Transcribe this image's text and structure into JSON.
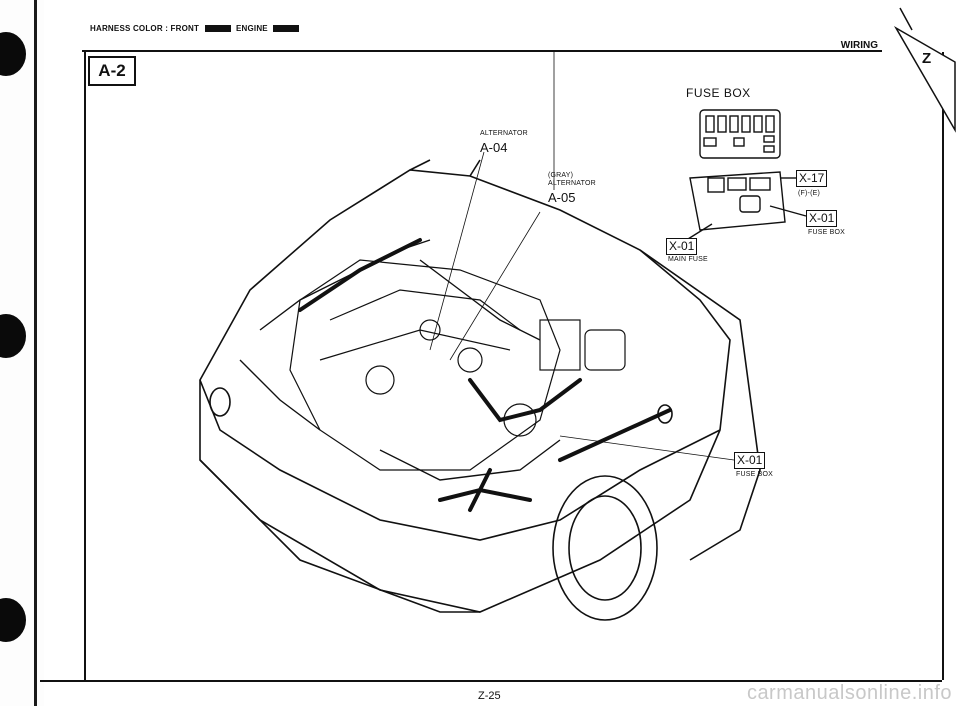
{
  "header": {
    "harness_color_label": "HARNESS COLOR : FRONT",
    "engine_label": "ENGINE"
  },
  "section_tag": "A-2",
  "section_title": "WIRING",
  "corner_mark": "Z",
  "fuse_box_title": "FUSE BOX",
  "callouts": {
    "alternator_a04": {
      "name": "ALTERNATOR",
      "code": "A-04"
    },
    "alternator_a05": {
      "color": "(GRAY)",
      "name": "ALTERNATOR",
      "code": "A-05"
    },
    "x17": {
      "code": "X-17",
      "sub": "(F)-(E)"
    },
    "x01_fuse_box_upper": {
      "code": "X-01",
      "sub": "FUSE BOX"
    },
    "x01_main_fuse": {
      "code": "X-01",
      "sub": "MAIN FUSE"
    },
    "x01_fuse_box_lower": {
      "code": "X-01",
      "sub": "FUSE BOX"
    }
  },
  "page_number": "Z-25",
  "watermark": "carmanualsonline.info"
}
